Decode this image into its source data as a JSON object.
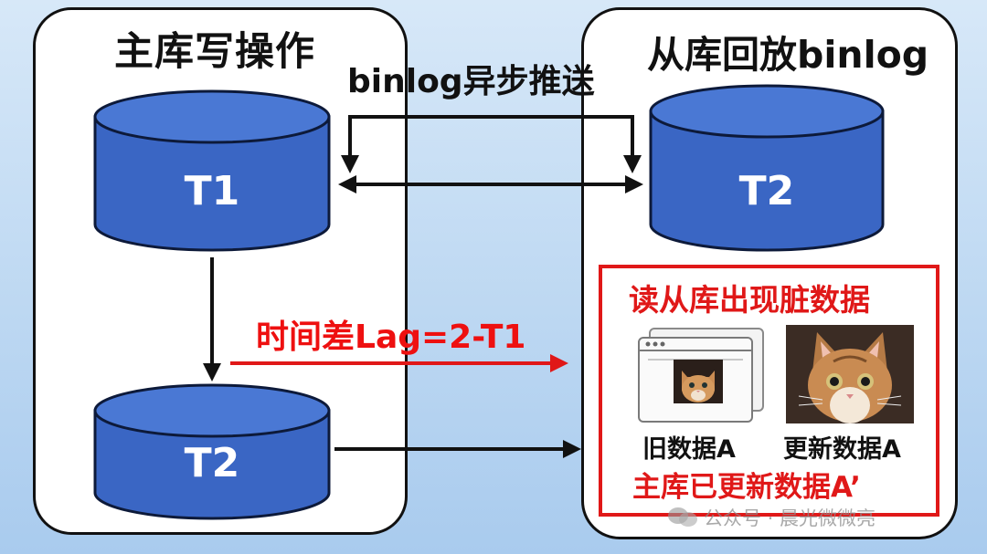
{
  "left_panel": {
    "title": "主库写操作"
  },
  "right_panel": {
    "title": "从库回放binlog"
  },
  "sync": {
    "label": "binlog异步推送"
  },
  "databases": {
    "master_t1": "T1",
    "master_t2": "T2",
    "replica_t2": "T2"
  },
  "lag": {
    "label": "时间差Lag=2-T1"
  },
  "dirty_read": {
    "title": "读从库出现脏数据",
    "old_caption": "旧数据A",
    "new_caption": "更新数据A",
    "note": "主库已更新数据A’"
  },
  "watermark": {
    "text": "公众号 · 晨光微微亮"
  },
  "colors": {
    "cylinder_fill": "#3a66c4",
    "cylinder_top": "#4a78d4",
    "accent_red": "#e01818",
    "panel_border": "#111111"
  }
}
